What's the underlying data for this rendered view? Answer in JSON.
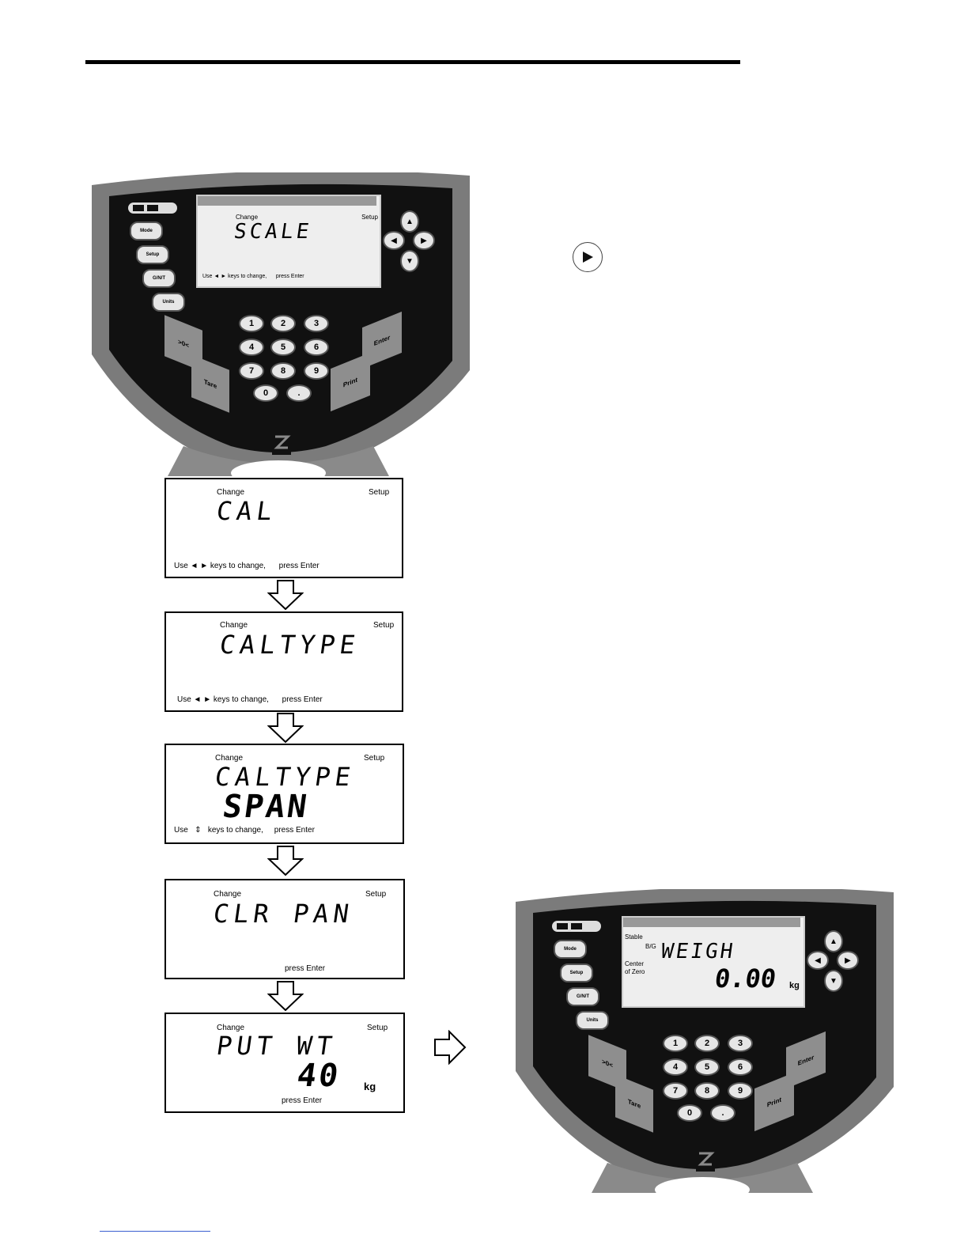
{
  "terminal_top": {
    "display": {
      "change": "Change",
      "setup": "Setup",
      "main": "SCALE",
      "hint": "Use ◄ ► keys to change,      press Enter"
    },
    "buttons": {
      "mode": "Mode",
      "setup": "Setup",
      "gnt": "G/N/T",
      "units": "Units",
      "zero": ">0<",
      "tare": "Tare",
      "enter": "Enter",
      "print": "Print"
    },
    "keypad": [
      "1",
      "2",
      "3",
      "4",
      "5",
      "6",
      "7",
      "8",
      "9",
      "0",
      "."
    ]
  },
  "steps": [
    {
      "change": "Change",
      "setup": "Setup",
      "main": "CAL",
      "value": "",
      "unit": "",
      "hint": "Use ◄ ► keys to change,      press Enter"
    },
    {
      "change": "Change",
      "setup": "Setup",
      "main": "CALTYPE",
      "value": "",
      "unit": "",
      "hint": "Use ◄ ► keys to change,      press Enter"
    },
    {
      "change": "Change",
      "setup": "Setup",
      "main": "CALTYPE",
      "value": "SPAN",
      "unit": "",
      "hint": "Use   ⇕   keys to change,     press Enter"
    },
    {
      "change": "Change",
      "setup": "Setup",
      "main": "CLR PAN",
      "value": "",
      "unit": "",
      "hint": "press Enter"
    },
    {
      "change": "Change",
      "setup": "Setup",
      "main": "PUT WT",
      "value": "40",
      "unit": "kg",
      "hint": "press Enter"
    }
  ],
  "terminal_bottom": {
    "display": {
      "stable": "Stable",
      "bg": "B/G",
      "center": "Center",
      "of_zero": "of Zero",
      "main": "WEIGH",
      "value": "0.00",
      "unit": "kg"
    },
    "buttons": {
      "mode": "Mode",
      "setup": "Setup",
      "gnt": "G/N/T",
      "units": "Units",
      "zero": ">0<",
      "tare": "Tare",
      "enter": "Enter",
      "print": "Print"
    },
    "keypad": [
      "1",
      "2",
      "3",
      "4",
      "5",
      "6",
      "7",
      "8",
      "9",
      "0",
      "."
    ]
  },
  "icons": [
    "right-arrow-button-icon",
    "down-arrow-icon",
    "right-arrow-icon",
    "ohaus-logo-icon"
  ]
}
